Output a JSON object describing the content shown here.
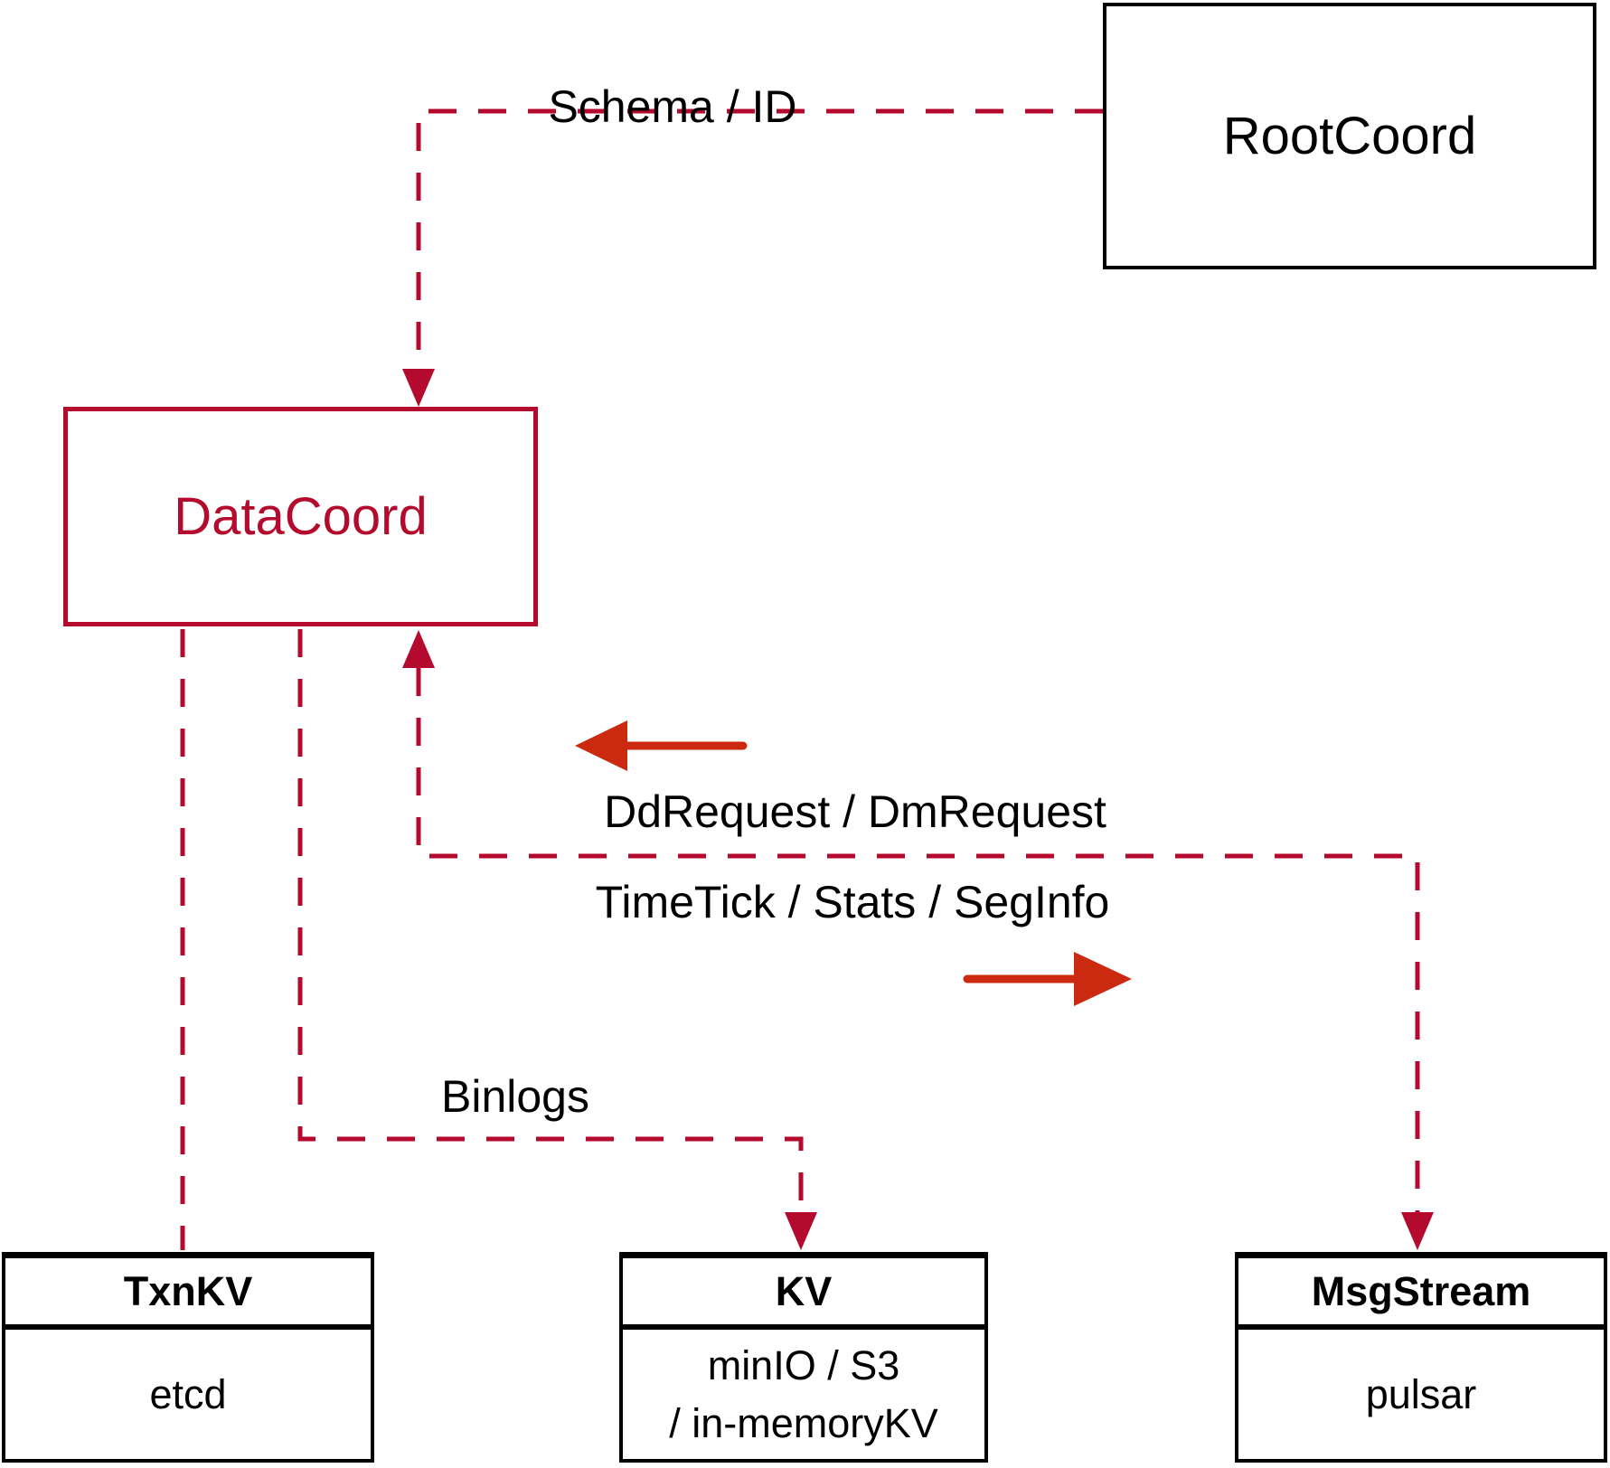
{
  "diagram": {
    "nodes": {
      "rootcoord": {
        "label": "RootCoord"
      },
      "datacoord": {
        "label": "DataCoord"
      },
      "txnkv": {
        "title": "TxnKV",
        "body": "etcd"
      },
      "kv": {
        "title": "KV",
        "body_line1": "minIO / S3",
        "body_line2": "/ in-memoryKV"
      },
      "msgstream": {
        "title": "MsgStream",
        "body": "pulsar"
      }
    },
    "edge_labels": {
      "schema_id": "Schema / ID",
      "dd_request": "DdRequest / DmRequest",
      "time_tick": "TimeTick / Stats / SegInfo",
      "binlogs": "Binlogs"
    },
    "colors": {
      "crimson": "#b30a2e",
      "arrow_red": "#cc2a10",
      "ink": "#000000"
    }
  }
}
